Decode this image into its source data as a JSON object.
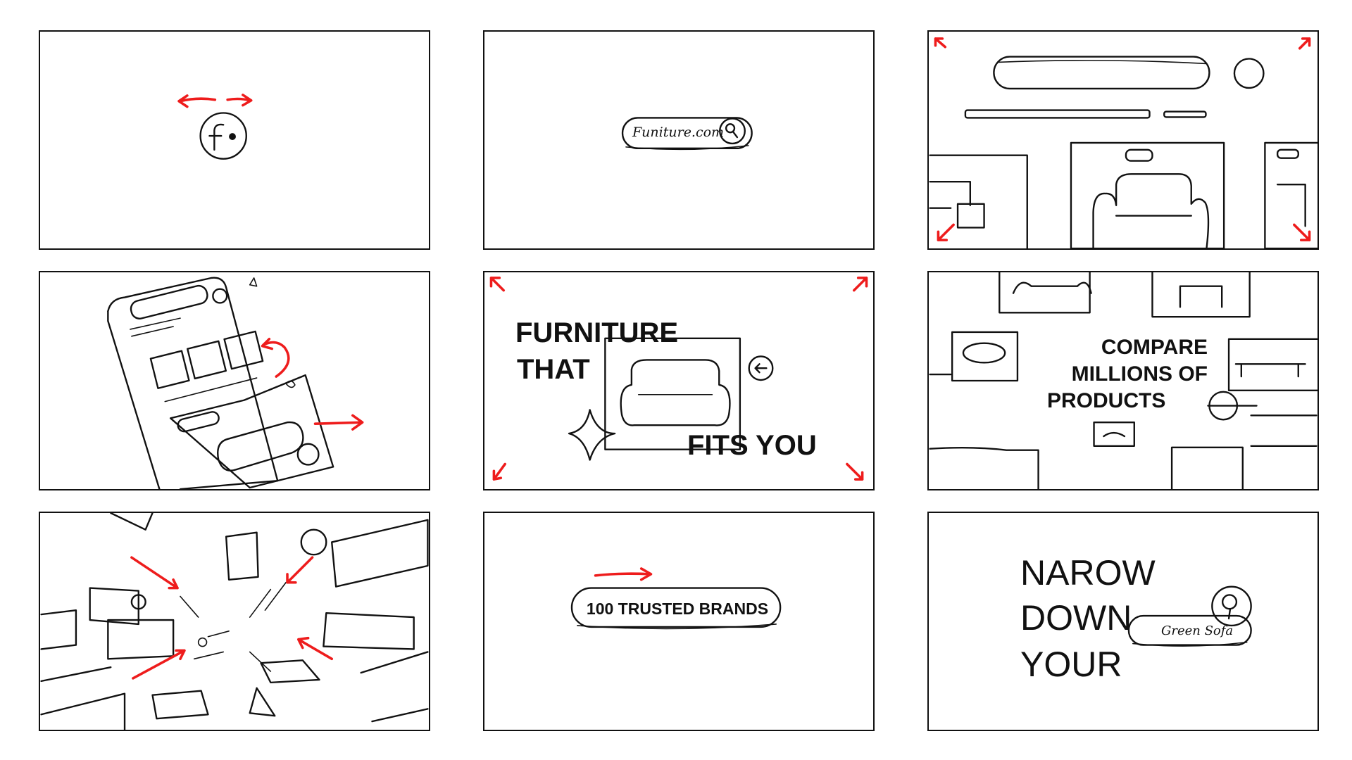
{
  "storyboard": {
    "frame1": {
      "logo_letter": "f"
    },
    "frame2": {
      "search_text": "Funiture.com"
    },
    "frame5": {
      "line1": "FURNITURE",
      "line2": "THAT",
      "line3": "FITS YOU"
    },
    "frame6": {
      "line1": "COMPARE",
      "line2": "MILLIONS OF",
      "line3": "PRODUCTS"
    },
    "frame8": {
      "pill_label": "100 TRUSTED BRANDS"
    },
    "frame9": {
      "line1": "NAROW",
      "line2": "DOWN",
      "line3": "YOUR",
      "search_text": "Green Sofa"
    }
  },
  "colors": {
    "ink": "#111111",
    "accent_red": "#ee1c1c",
    "paper": "#ffffff"
  }
}
